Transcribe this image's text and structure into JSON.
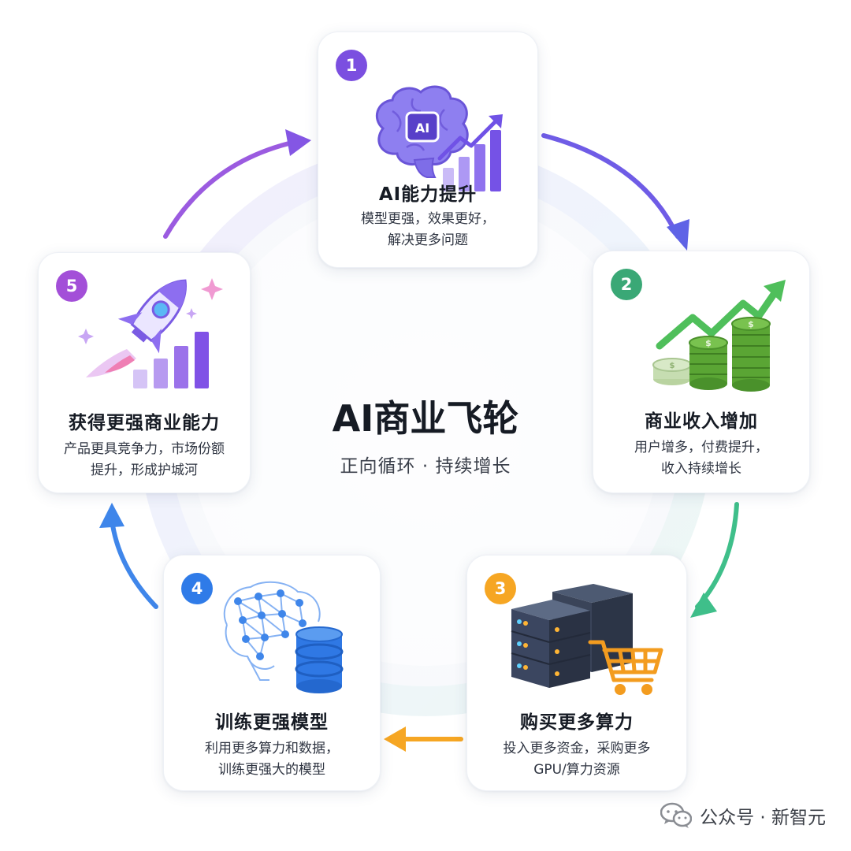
{
  "center": {
    "title": "AI商业飞轮",
    "subtitle": "正向循环 · 持续增长"
  },
  "steps": [
    {
      "number": "1",
      "title": "AI能力提升",
      "desc_lines": [
        "模型更强，效果更好，",
        "解决更多问题"
      ],
      "icon": "ai-brain-growth-chart-icon",
      "color": "#7b4fe0",
      "icon_label": "AI"
    },
    {
      "number": "2",
      "title": "商业收入增加",
      "desc_lines": [
        "用户增多，付费提升，",
        "收入持续增长"
      ],
      "icon": "money-stack-growth-icon",
      "color": "#3aa876"
    },
    {
      "number": "3",
      "title": "购买更多算力",
      "desc_lines": [
        "投入更多资金，采购更多",
        "GPU/算力资源"
      ],
      "icon": "server-cart-icon",
      "color": "#f6a623"
    },
    {
      "number": "4",
      "title": "训练更强模型",
      "desc_lines": [
        "利用更多算力和数据，",
        "训练更强大的模型"
      ],
      "icon": "neural-brain-database-icon",
      "color": "#2f7be8"
    },
    {
      "number": "5",
      "title": "获得更强商业能力",
      "desc_lines": [
        "产品更具竞争力，市场份额",
        "提升，形成护城河"
      ],
      "icon": "rocket-growth-icon",
      "color": "#a34fd8"
    }
  ],
  "watermark": {
    "text": "公众号 · 新智元",
    "icon": "wechat-icon"
  }
}
